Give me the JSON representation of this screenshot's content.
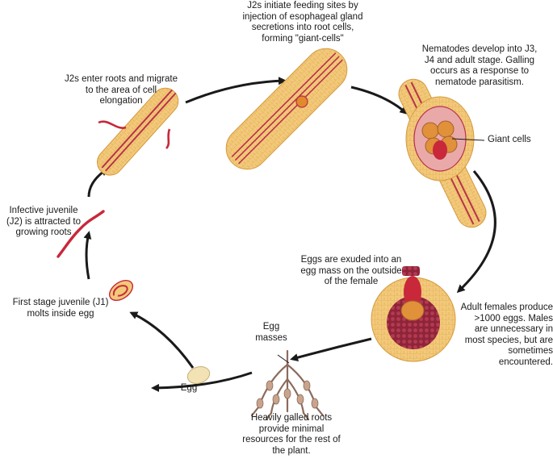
{
  "labels": {
    "j2_enter": "J2s enter roots and migrate to the area of cell elongation",
    "j2_feeding": "J2s initiate feeding sites by injection of esophageal gland secretions into root cells, forming \"giant-cells\"",
    "develop": "Nematodes develop into J3, J4 and adult stage. Galling occurs as a response to nematode parasitism.",
    "giant_cells": "Giant cells",
    "eggs_exuded": "Eggs are exuded into an egg mass on the outside of the female",
    "adult_females": "Adult females produce >1000 eggs. Males are unnecessary in most species, but are sometimes encountered.",
    "egg_masses": "Egg masses",
    "galled_roots": "Heavily galled roots provide minimal resources for the rest of the plant.",
    "egg": "Egg",
    "first_stage": "First stage juvenile (J1) molts inside egg",
    "infective": "Infective juvenile (J2) is attracted to growing roots"
  },
  "colors": {
    "root_fill": "#f2c97a",
    "root_cell": "#e3ad55",
    "vascular": "#b8324a",
    "nematode": "#c8283a",
    "gall_pink": "#e9a9a9",
    "egg_fill": "#f2e2b4",
    "egg_mass": "#8e2438",
    "arrow": "#1a1a1a"
  }
}
